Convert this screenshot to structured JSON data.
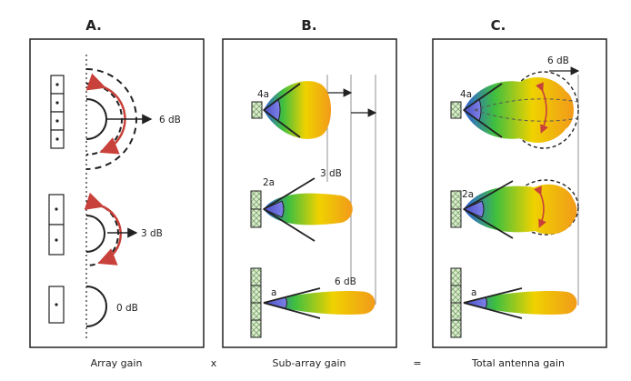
{
  "panels": [
    {
      "title": "A.",
      "caption": "Array gain"
    },
    {
      "title": "B.",
      "caption": "Sub-array gain"
    },
    {
      "title": "C.",
      "caption": "Total antenna gain"
    }
  ],
  "operators": {
    "times": "x",
    "equals": "="
  },
  "panel_a": {
    "gain_top": "6 dB",
    "gain_mid": "3 dB",
    "gain_bottom": "0 dB"
  },
  "panel_b": {
    "spacing_top": "4a",
    "spacing_mid": "2a",
    "spacing_bottom": "a",
    "gain_mid": "3 dB",
    "gain_bottom": "6 dB"
  },
  "panel_c": {
    "spacing_top": "4a",
    "spacing_mid": "2a",
    "spacing_bottom": "a",
    "gain_top": "6 dB"
  },
  "colors": {
    "frame": "#222222",
    "arrow_red": "#c8413a",
    "element_green": "#d6e9c9",
    "beam_blue": "#3a63d8",
    "beam_green": "#3fbf3f",
    "beam_yellow": "#f2d400",
    "beam_orange": "#f29a1a"
  }
}
